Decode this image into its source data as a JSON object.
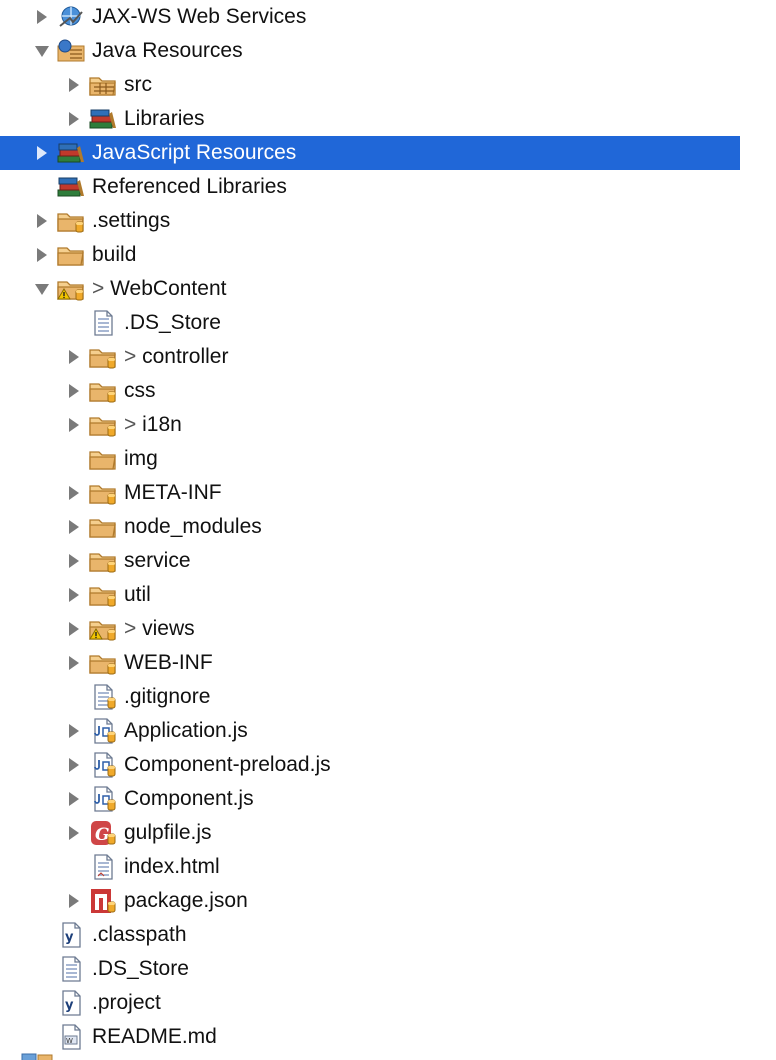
{
  "colors": {
    "selection": "#2067d8",
    "arrow": "#7a7a7a",
    "folder": "#e9b56b",
    "folderStroke": "#b07a2c"
  },
  "rows": [
    {
      "depth": 0,
      "twisty": "collapsed",
      "icon": "web-services-icon",
      "label": "JAX-WS Web Services",
      "prefix": ""
    },
    {
      "depth": 0,
      "twisty": "expanded",
      "icon": "java-resources-icon",
      "label": "Java Resources",
      "prefix": ""
    },
    {
      "depth": 1,
      "twisty": "collapsed",
      "icon": "package-folder-icon",
      "label": "src",
      "prefix": ""
    },
    {
      "depth": 1,
      "twisty": "collapsed",
      "icon": "library-icon",
      "label": "Libraries",
      "prefix": ""
    },
    {
      "depth": 0,
      "twisty": "collapsed",
      "icon": "library-icon",
      "label": "JavaScript Resources",
      "prefix": "",
      "selected": true
    },
    {
      "depth": 0,
      "twisty": "none",
      "icon": "library-icon",
      "label": "Referenced Libraries",
      "prefix": ""
    },
    {
      "depth": 0,
      "twisty": "collapsed",
      "icon": "folder-versioned-icon",
      "label": ".settings",
      "prefix": ""
    },
    {
      "depth": 0,
      "twisty": "collapsed",
      "icon": "folder-icon",
      "label": "build",
      "prefix": ""
    },
    {
      "depth": 0,
      "twisty": "expanded",
      "icon": "folder-warning-icon",
      "label": "WebContent",
      "prefix": "> "
    },
    {
      "depth": 1,
      "twisty": "none",
      "icon": "file-icon",
      "label": ".DS_Store",
      "prefix": ""
    },
    {
      "depth": 1,
      "twisty": "collapsed",
      "icon": "folder-versioned-icon",
      "label": "controller",
      "prefix": "> "
    },
    {
      "depth": 1,
      "twisty": "collapsed",
      "icon": "folder-versioned-icon",
      "label": "css",
      "prefix": ""
    },
    {
      "depth": 1,
      "twisty": "collapsed",
      "icon": "folder-versioned-icon",
      "label": "i18n",
      "prefix": "> "
    },
    {
      "depth": 1,
      "twisty": "none",
      "icon": "folder-icon",
      "label": "img",
      "prefix": ""
    },
    {
      "depth": 1,
      "twisty": "collapsed",
      "icon": "folder-versioned-icon",
      "label": "META-INF",
      "prefix": ""
    },
    {
      "depth": 1,
      "twisty": "collapsed",
      "icon": "folder-icon",
      "label": "node_modules",
      "prefix": ""
    },
    {
      "depth": 1,
      "twisty": "collapsed",
      "icon": "folder-versioned-icon",
      "label": "service",
      "prefix": ""
    },
    {
      "depth": 1,
      "twisty": "collapsed",
      "icon": "folder-versioned-icon",
      "label": "util",
      "prefix": ""
    },
    {
      "depth": 1,
      "twisty": "collapsed",
      "icon": "folder-warning-icon",
      "label": "views",
      "prefix": "> "
    },
    {
      "depth": 1,
      "twisty": "collapsed",
      "icon": "folder-versioned-icon",
      "label": "WEB-INF",
      "prefix": ""
    },
    {
      "depth": 1,
      "twisty": "none",
      "icon": "text-file-versioned-icon",
      "label": ".gitignore",
      "prefix": ""
    },
    {
      "depth": 1,
      "twisty": "collapsed",
      "icon": "js-file-icon",
      "label": "Application.js",
      "prefix": ""
    },
    {
      "depth": 1,
      "twisty": "collapsed",
      "icon": "js-file-icon",
      "label": "Component-preload.js",
      "prefix": ""
    },
    {
      "depth": 1,
      "twisty": "collapsed",
      "icon": "js-file-icon",
      "label": "Component.js",
      "prefix": ""
    },
    {
      "depth": 1,
      "twisty": "collapsed",
      "icon": "gulp-icon",
      "label": "gulpfile.js",
      "prefix": ""
    },
    {
      "depth": 1,
      "twisty": "none",
      "icon": "html-file-icon",
      "label": "index.html",
      "prefix": ""
    },
    {
      "depth": 1,
      "twisty": "collapsed",
      "icon": "npm-icon",
      "label": "package.json",
      "prefix": ""
    },
    {
      "depth": 0,
      "twisty": "none",
      "icon": "xml-file-icon",
      "label": ".classpath",
      "prefix": ""
    },
    {
      "depth": 0,
      "twisty": "none",
      "icon": "file-icon",
      "label": ".DS_Store",
      "prefix": ""
    },
    {
      "depth": 0,
      "twisty": "none",
      "icon": "xml-file-icon",
      "label": ".project",
      "prefix": ""
    },
    {
      "depth": 0,
      "twisty": "none",
      "icon": "markdown-file-icon",
      "label": "README.md",
      "prefix": ""
    }
  ]
}
